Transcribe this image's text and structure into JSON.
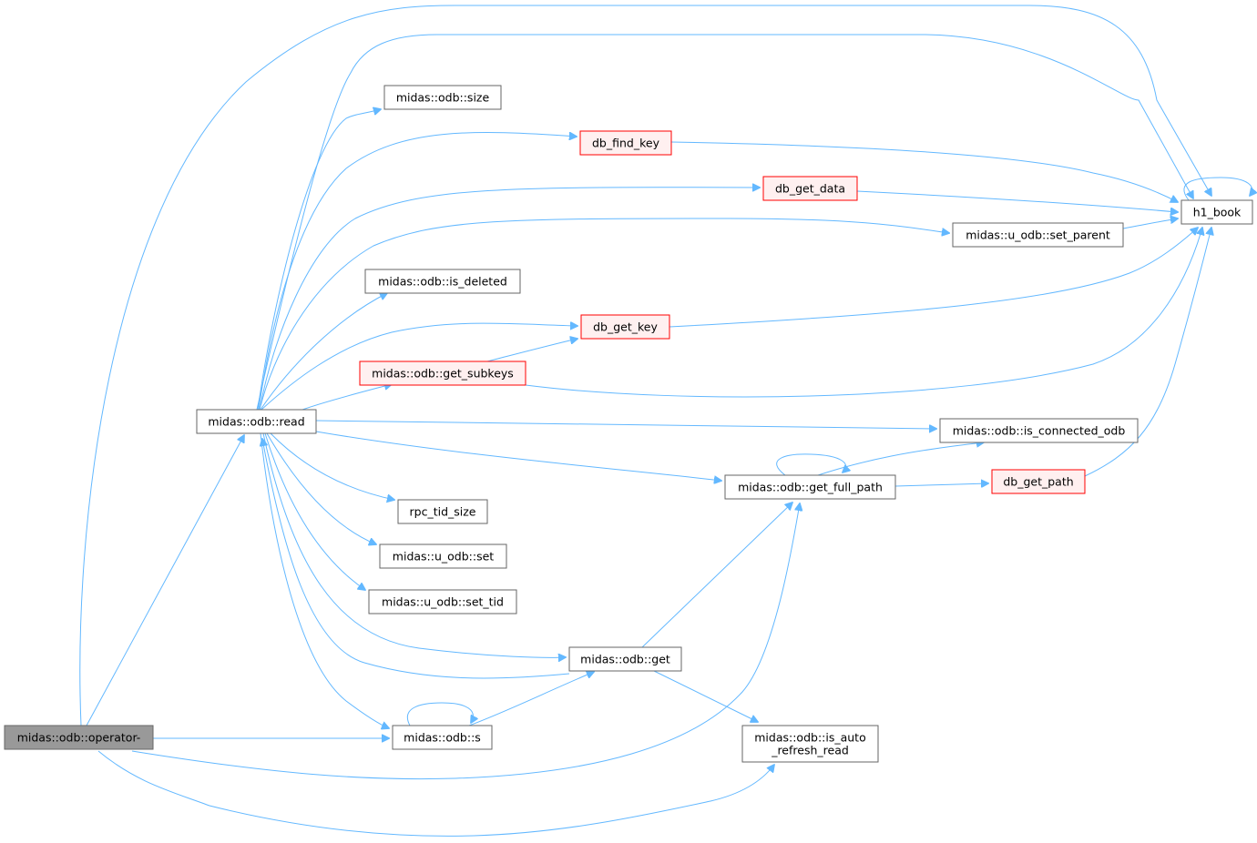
{
  "diagram": {
    "type": "call-graph",
    "colors": {
      "edge": "#63b8ff",
      "node_fill": "#ffffff",
      "node_stroke": "#666666",
      "root_fill": "#999999",
      "highlight_fill": "#fff0f0",
      "highlight_stroke": "#ff0000"
    },
    "nodes": {
      "operator_minus": {
        "label": "midas::odb::operator-",
        "style": "root"
      },
      "read": {
        "label": "midas::odb::read",
        "style": "normal"
      },
      "size": {
        "label": "midas::odb::size",
        "style": "normal"
      },
      "db_find_key": {
        "label": "db_find_key",
        "style": "highlight"
      },
      "db_get_data": {
        "label": "db_get_data",
        "style": "highlight"
      },
      "set_parent": {
        "label": "midas::u_odb::set_parent",
        "style": "normal"
      },
      "h1_book": {
        "label": "h1_book",
        "style": "normal"
      },
      "is_deleted": {
        "label": "midas::odb::is_deleted",
        "style": "normal"
      },
      "db_get_key": {
        "label": "db_get_key",
        "style": "highlight"
      },
      "get_subkeys": {
        "label": "midas::odb::get_subkeys",
        "style": "highlight"
      },
      "is_connected_odb": {
        "label": "midas::odb::is_connected_odb",
        "style": "normal"
      },
      "get_full_path": {
        "label": "midas::odb::get_full_path",
        "style": "normal"
      },
      "db_get_path": {
        "label": "db_get_path",
        "style": "highlight"
      },
      "rpc_tid_size": {
        "label": "rpc_tid_size",
        "style": "normal"
      },
      "u_odb_set": {
        "label": "midas::u_odb::set",
        "style": "normal"
      },
      "u_odb_set_tid": {
        "label": "midas::u_odb::set_tid",
        "style": "normal"
      },
      "get": {
        "label": "midas::odb::get",
        "style": "normal"
      },
      "s": {
        "label": "midas::odb::s",
        "style": "normal"
      },
      "is_auto_refresh_read": {
        "label": "midas::odb::is_auto\n_refresh_read",
        "style": "normal"
      }
    },
    "edges": [
      [
        "operator_minus",
        "h1_book"
      ],
      [
        "operator_minus",
        "read"
      ],
      [
        "operator_minus",
        "s"
      ],
      [
        "operator_minus",
        "get_full_path"
      ],
      [
        "operator_minus",
        "is_auto_refresh_read"
      ],
      [
        "read",
        "h1_book"
      ],
      [
        "read",
        "size"
      ],
      [
        "read",
        "db_find_key"
      ],
      [
        "read",
        "db_get_data"
      ],
      [
        "read",
        "set_parent"
      ],
      [
        "read",
        "is_deleted"
      ],
      [
        "read",
        "db_get_key"
      ],
      [
        "read",
        "get_subkeys"
      ],
      [
        "read",
        "is_connected_odb"
      ],
      [
        "read",
        "get_full_path"
      ],
      [
        "read",
        "rpc_tid_size"
      ],
      [
        "read",
        "u_odb_set"
      ],
      [
        "read",
        "u_odb_set_tid"
      ],
      [
        "read",
        "get"
      ],
      [
        "read",
        "s"
      ],
      [
        "db_find_key",
        "h1_book"
      ],
      [
        "db_get_data",
        "h1_book"
      ],
      [
        "set_parent",
        "h1_book"
      ],
      [
        "db_get_key",
        "h1_book"
      ],
      [
        "get_subkeys",
        "db_get_key"
      ],
      [
        "get_subkeys",
        "h1_book"
      ],
      [
        "get_full_path",
        "is_connected_odb"
      ],
      [
        "get_full_path",
        "db_get_path"
      ],
      [
        "get_full_path",
        "get_full_path"
      ],
      [
        "db_get_path",
        "h1_book"
      ],
      [
        "h1_book",
        "h1_book"
      ],
      [
        "get",
        "read"
      ],
      [
        "get",
        "get_full_path"
      ],
      [
        "get",
        "is_auto_refresh_read"
      ],
      [
        "s",
        "get"
      ],
      [
        "s",
        "s"
      ]
    ]
  }
}
